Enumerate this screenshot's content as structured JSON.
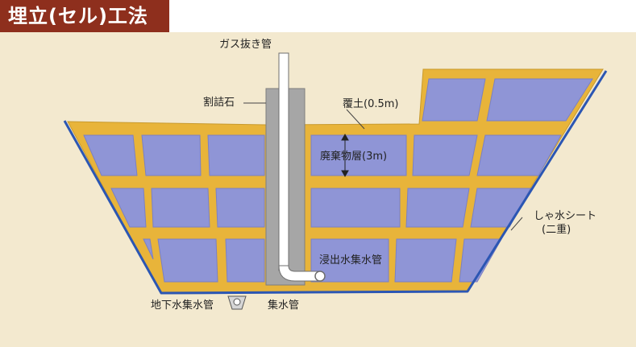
{
  "title": "埋立(セル)工法",
  "labels": {
    "gas_pipe": "ガス抜き管",
    "crushed_stone": "割詰石",
    "cover_soil": "覆土(0.5m)",
    "waste_layer": "廃棄物層(3m)",
    "liner_line1": "しゃ水シート",
    "liner_line2": "(二重)",
    "leachate_pipe": "浸出水集水管",
    "groundwater_pipe": "地下水集水管",
    "collector_pipe": "集水管"
  },
  "colors": {
    "title_bg": "#8e2f1d",
    "ground": "#f3e9cf",
    "cover_soil": "#e8b43a",
    "waste_cell": "#8f95d6",
    "liner": "#2b56b3",
    "stone": "#a6a6a6",
    "pipe": "#ffffff"
  }
}
